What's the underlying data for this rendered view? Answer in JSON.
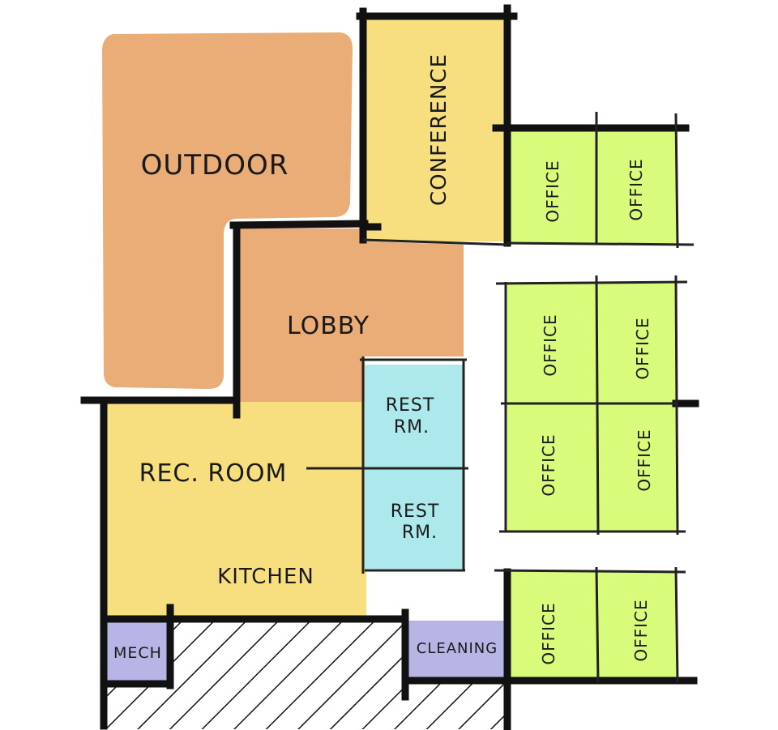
{
  "rooms": {
    "outdoor": {
      "label": "OUTDOOR",
      "color": "#eaad78"
    },
    "lobby": {
      "label": "LOBBY",
      "color": "#eaad78"
    },
    "conference": {
      "label": "CONFERENCE",
      "color": "#f7df80"
    },
    "rec_room": {
      "label": "REC. ROOM",
      "color": "#f7df80"
    },
    "kitchen": {
      "label": "KITCHEN",
      "color": "#f7df80"
    },
    "rest_room_1": {
      "line1": "REST",
      "line2": "RM.",
      "color": "#ade9ec"
    },
    "rest_room_2": {
      "line1": "REST",
      "line2": "RM.",
      "color": "#ade9ec"
    },
    "mech": {
      "label": "MECH",
      "color": "#b7b5e6"
    },
    "cleaning": {
      "label": "CLEANING",
      "color": "#b7b5e6"
    },
    "offices": [
      {
        "label": "OFFICE"
      },
      {
        "label": "OFFICE"
      },
      {
        "label": "OFFICE"
      },
      {
        "label": "OFFICE"
      },
      {
        "label": "OFFICE"
      },
      {
        "label": "OFFICE"
      },
      {
        "label": "OFFICE"
      },
      {
        "label": "OFFICE"
      }
    ],
    "office_color": "#d8fb7c"
  }
}
